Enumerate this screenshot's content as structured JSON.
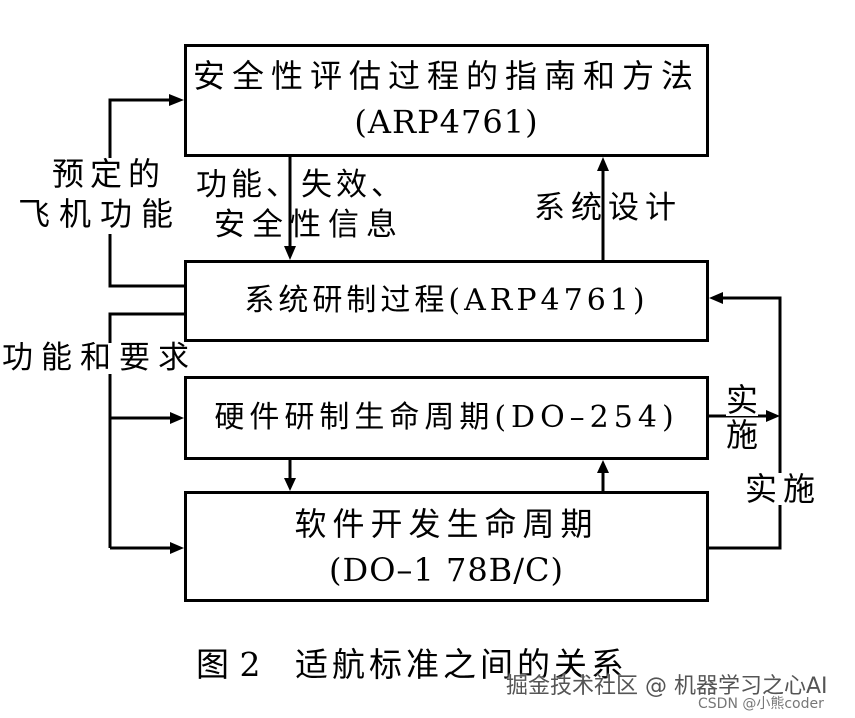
{
  "diagram": {
    "boxes": {
      "guidelines": {
        "line1": "安全性评估过程的指南和方法",
        "line2": "(ARP4761)"
      },
      "system_dev": {
        "label": "系统研制过程(ARP4761)"
      },
      "hardware": {
        "label": "硬件研制生命周期(DO–254)"
      },
      "software": {
        "line1": "软件开发生命周期",
        "line2": "(DO–1 78B/C)"
      }
    },
    "labels": {
      "intended_function_line1": "预定的",
      "intended_function_line2": "飞机功能",
      "safety_info_line1": "功能、失效、",
      "safety_info_line2": "安全性信息",
      "system_design": "系统设计",
      "function_requirements": "功能和要求",
      "implementation_hw_line1": "实",
      "implementation_hw_line2": "施",
      "implementation_sw": "实施"
    }
  },
  "caption": {
    "figure_number": "图 2",
    "title": "适航标准之间的关系"
  },
  "watermark": {
    "line1": "掘金技术社区 @ 机器学习之心AI",
    "line2": "CSDN @小熊coder"
  },
  "colors": {
    "ink": "#000000",
    "background": "#ffffff",
    "watermark": "#555555"
  }
}
